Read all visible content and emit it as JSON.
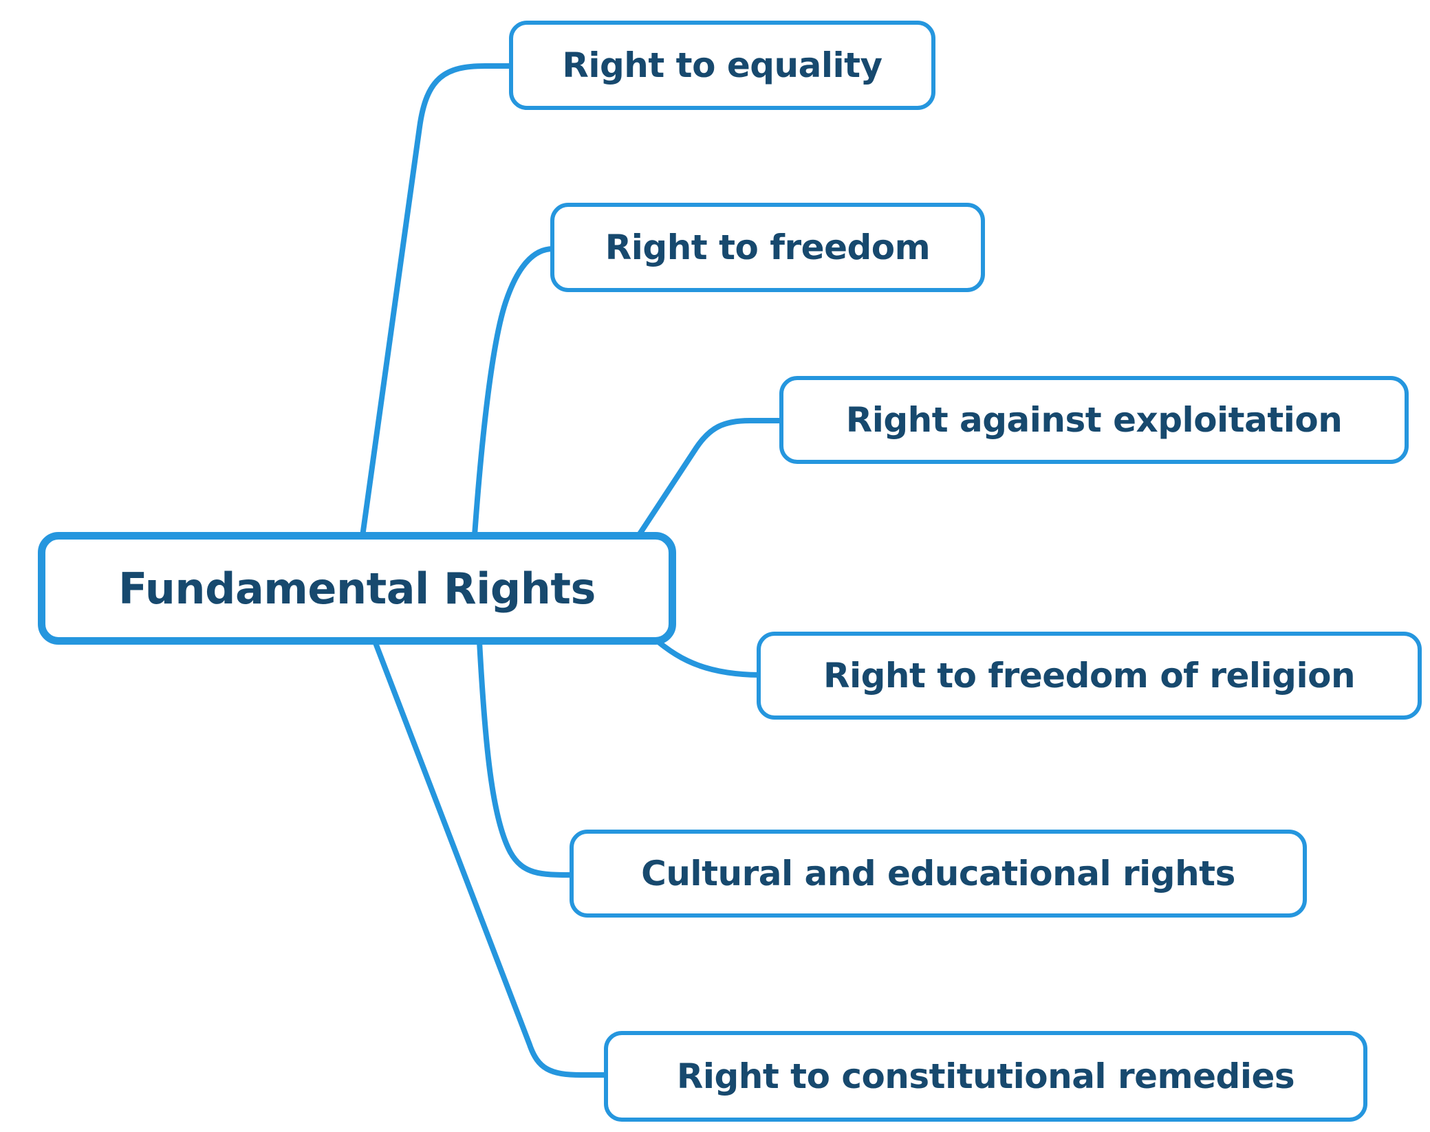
{
  "mindmap": {
    "root_label": "Fundamental Rights",
    "branch_labels": [
      "Right to equality",
      "Right to freedom",
      "Right against exploitation",
      "Right to freedom of religion",
      "Cultural and educational rights",
      "Right to constitutional remedies"
    ],
    "colors": {
      "line": "#2596de",
      "text": "#17496e",
      "bg": "#ffffff"
    }
  }
}
